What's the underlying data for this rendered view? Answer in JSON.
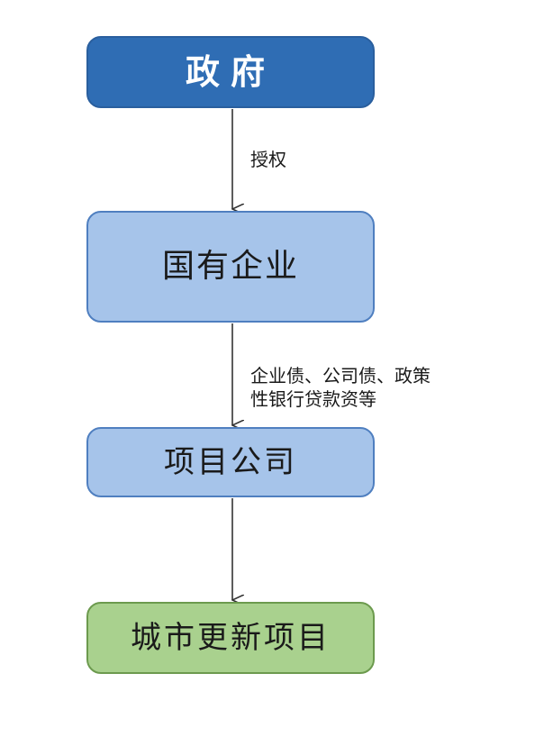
{
  "nodes": {
    "government": "政府",
    "state_owned_enterprise": "国有企业",
    "project_company": "项目公司",
    "urban_renewal_project": "城市更新项目"
  },
  "edges": {
    "authorization": "授权",
    "financing_line1": "企业债、公司债、政策",
    "financing_line2": "性银行贷款资等"
  },
  "colors": {
    "government_fill": "#2f6db4",
    "middle_fill": "#a6c4ea",
    "final_fill": "#a9d18e",
    "arrow": "#333333"
  }
}
